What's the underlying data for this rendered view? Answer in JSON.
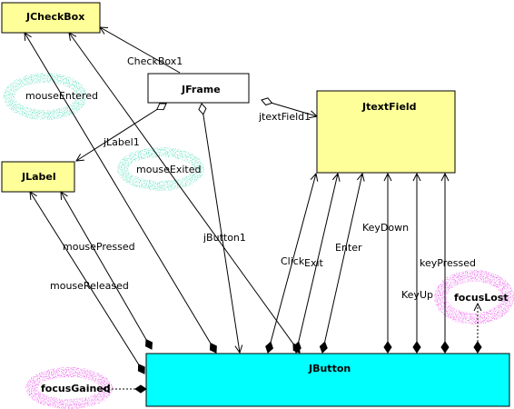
{
  "colors": {
    "yellow": "#ffff99",
    "cyan": "#00ffff",
    "white": "#ffffff",
    "teal_spray": "#33cc99",
    "magenta_spray": "#dd33dd"
  },
  "nodes": {
    "jcheckbox": {
      "label": "JCheckBox"
    },
    "jframe": {
      "label": "JFrame"
    },
    "jlabel": {
      "label": "JLabel"
    },
    "jtextfield": {
      "label": "JtextField"
    },
    "jbutton": {
      "label": "JButton"
    }
  },
  "blobs": {
    "mouse_entered": {
      "label": "mouseEntered"
    },
    "mouse_exited": {
      "label": "mouseExited"
    },
    "focus_lost": {
      "label": "focusLost"
    },
    "focus_gained": {
      "label": "focusGained"
    }
  },
  "edge_labels": {
    "checkbox1": "CheckBox1",
    "jtextfield1": "jtextField1",
    "jlabel1": "jLabel1",
    "jbutton1": "jButton1",
    "mouse_pressed": "mousePressed",
    "mouse_released": "mouseReleased",
    "click": "Click",
    "exit": "Exit",
    "enter": "Enter",
    "key_down": "KeyDown",
    "key_up": "KeyUp",
    "key_pressed": "keyPressed"
  }
}
